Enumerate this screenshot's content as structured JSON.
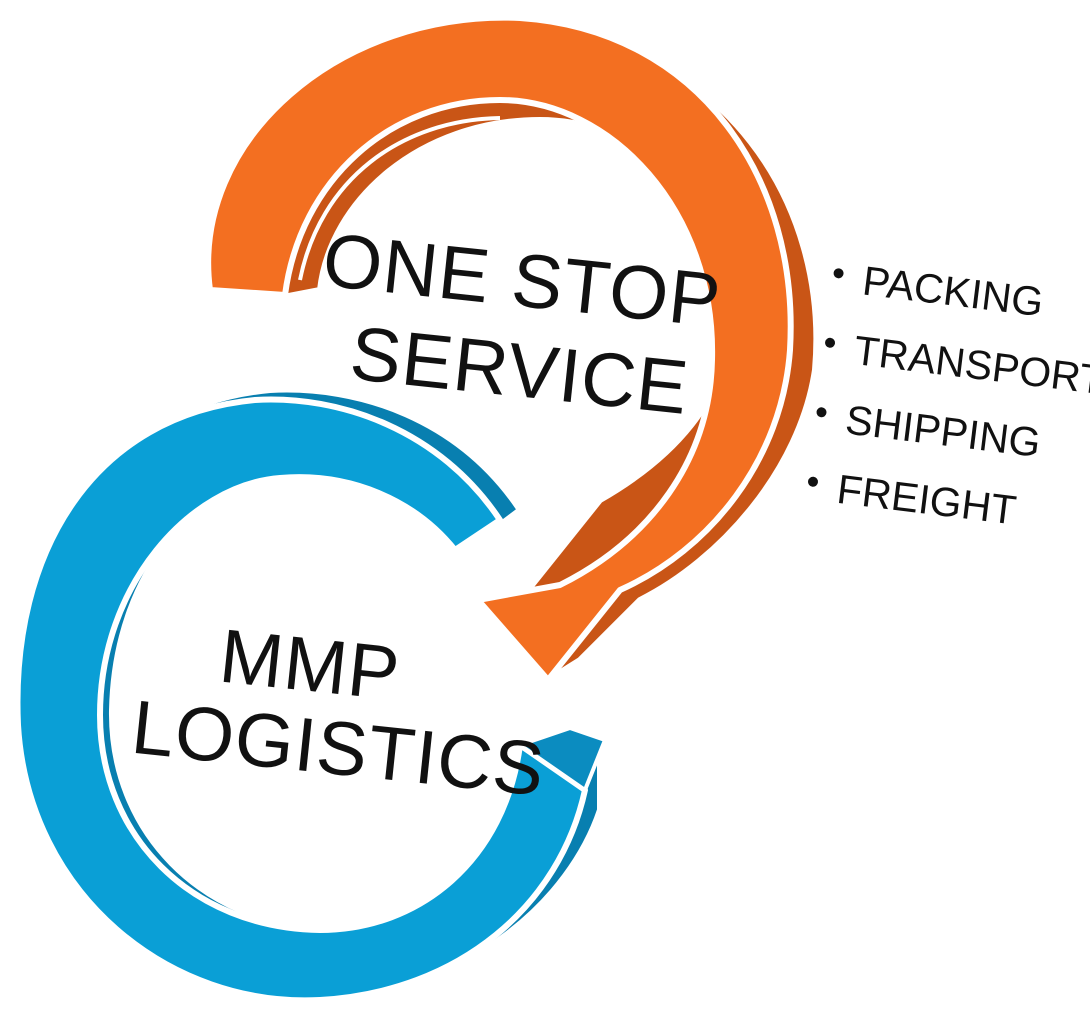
{
  "colors": {
    "orange": "#f36f21",
    "orange_dark": "#c95516",
    "blue": "#0a9fd6",
    "blue_dark": "#087fb0",
    "text": "#111111"
  },
  "top_ring": {
    "line1": "ONE STOP",
    "line2": "SERVICE"
  },
  "bottom_ring": {
    "line1": "MMP",
    "line2": "LOGISTICS"
  },
  "services": [
    "PACKING",
    "TRANSPORT",
    "SHIPPING",
    "FREIGHT"
  ]
}
